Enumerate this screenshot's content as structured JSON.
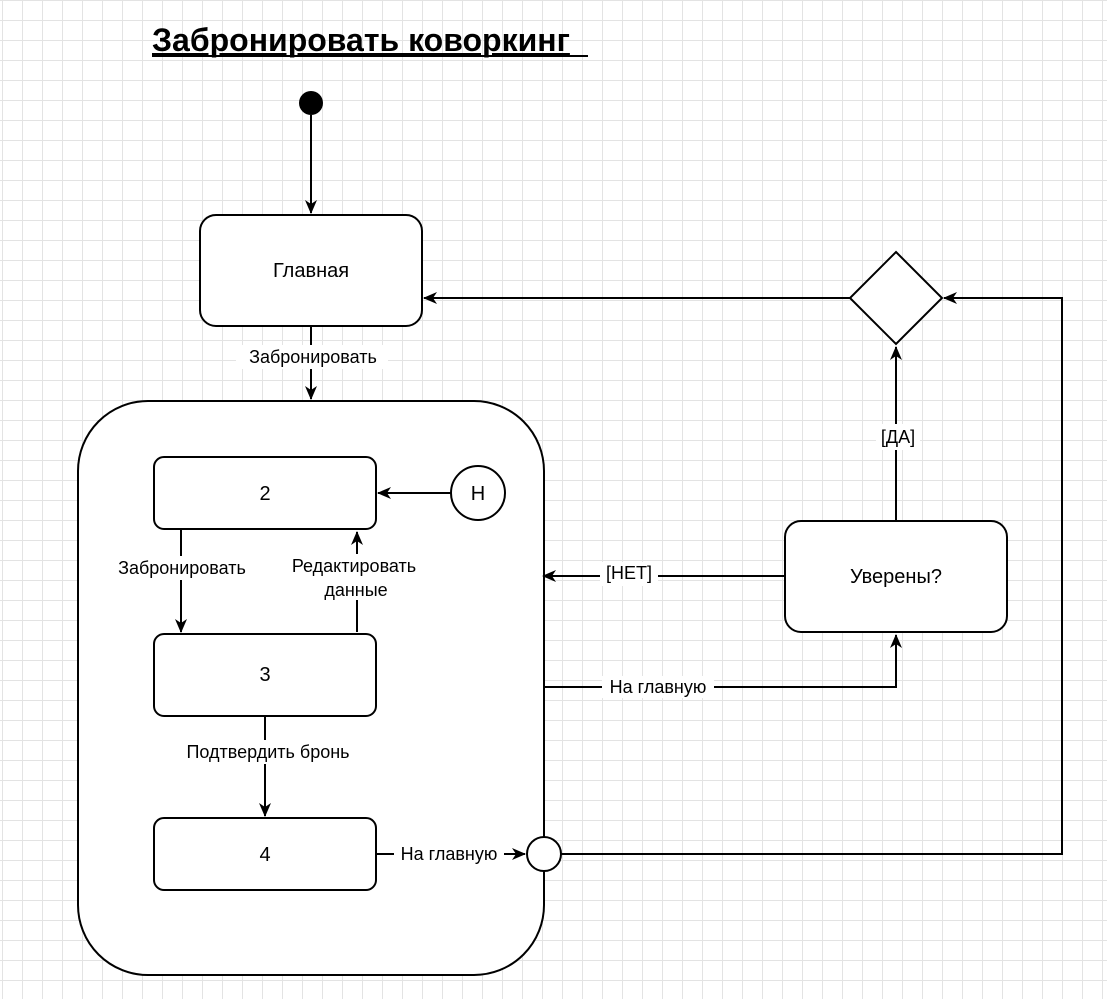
{
  "title": "Забронировать коворкинг",
  "states": {
    "main": "Главная",
    "s2": "2",
    "s3": "3",
    "s4": "4",
    "confirm": "Уверены?",
    "history": "H"
  },
  "transitions": {
    "main_to_composite": "Забронировать",
    "s2_to_s3": "Забронировать",
    "s3_to_s2_line1": "Редактировать",
    "s3_to_s2_line2": "данные",
    "s3_to_s4": "Подтвердить бронь",
    "s4_to_exit": "На главную",
    "composite_to_confirm": "На главную",
    "confirm_no": "[НЕТ]",
    "confirm_yes": "[ДА]"
  }
}
